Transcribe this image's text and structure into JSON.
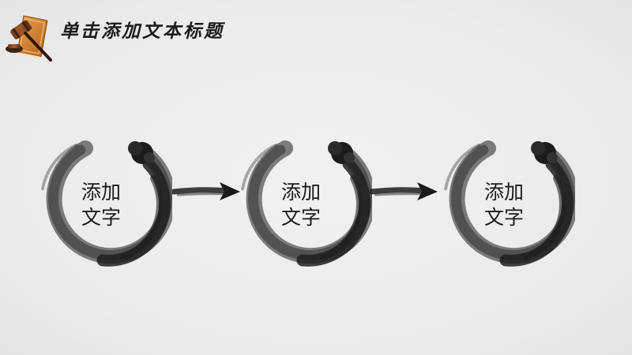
{
  "header": {
    "title": "单击添加文本标题",
    "logo_icon": "gavel-on-book-icon"
  },
  "flow": {
    "steps": [
      {
        "text": "添加文字"
      },
      {
        "text": "添加文字"
      },
      {
        "text": "添加文字"
      }
    ],
    "connector_icon": "brush-arrow-right-icon"
  },
  "colors": {
    "ink": "#1e1e1e",
    "background": "#ececec"
  }
}
